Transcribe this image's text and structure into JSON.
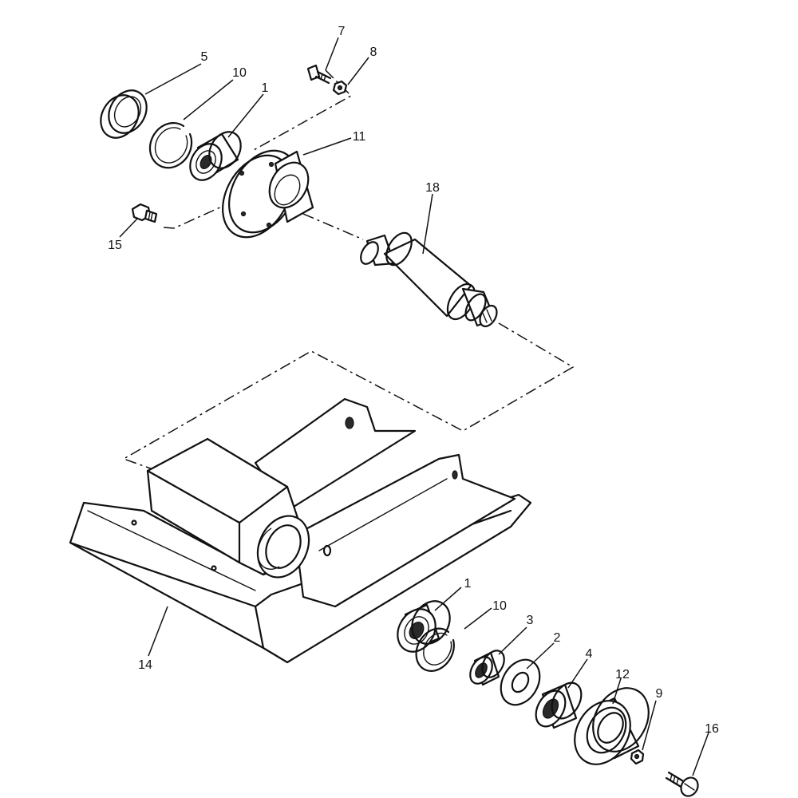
{
  "callouts": {
    "c7": "7",
    "c8": "8",
    "c5": "5",
    "c10_top": "10",
    "c1_top": "1",
    "c11": "11",
    "c18": "18",
    "c15": "15",
    "c14": "14",
    "c1_bottom": "1",
    "c10_bottom": "10",
    "c3": "3",
    "c2": "2",
    "c4": "4",
    "c12": "12",
    "c9": "9",
    "c16": "16"
  }
}
